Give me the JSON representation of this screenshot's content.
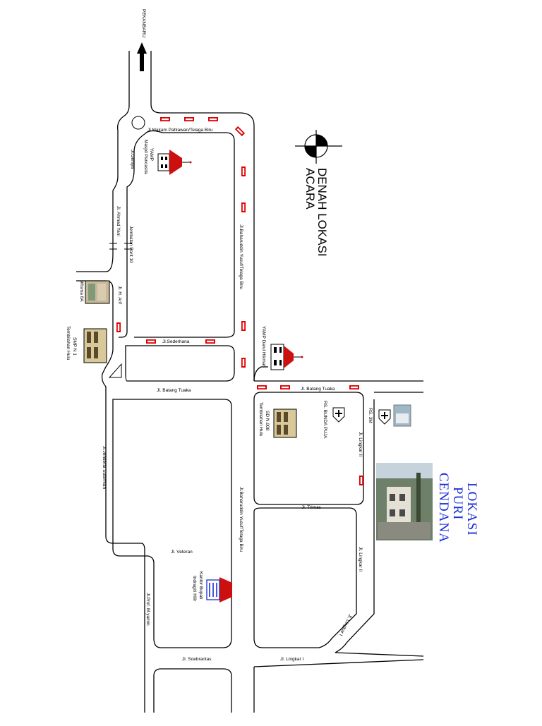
{
  "map": {
    "direction_label": "PEKANBARU",
    "title_line1": "DENAH LOKASI",
    "title_line2": "ACARA",
    "puri_line1": "LOKASI",
    "puri_line2": "PURI",
    "puri_line3": "CENDANA",
    "roads": {
      "makam": "Jl.Makam Pahlawan/Telaga Biru",
      "gerilya": "Jl.Gerilya",
      "ahmad_yani": "Jl. Ahmad Yani",
      "bahar_north": "Jl.Baharuddin Yusuf/Telaga Biru",
      "h_arif": "Jl. H. Arif",
      "sederhana": "Jl.Sederhana",
      "batang_tuaka_west": "Jl. Batang Tuaka",
      "batang_tuaka_east": "Jl. Batang Tuaka",
      "sudirman": "Jl.Jenderal Sudirman",
      "bahar_south": "Jl.Baharuddin Yusuf/Telaga Biru",
      "lingkar_ii_north": "Jl. Lingkar II",
      "trimas": "Jl. Trimas",
      "veteran": "Jl. Veteran",
      "lingkar_ii_south": "Jl. Lingkar II",
      "lingkar_i_diag": "Jl. Lingkar I",
      "prof_myamin": "Jl.Prof. M.yamin",
      "soebrantas": "Jl. Soebrantas",
      "lingkar_i": "Jl. Lingkar I"
    },
    "landmarks": {
      "masjid_line1": "YAMP",
      "masjid_line2": "Masjid Pancasila",
      "jembatan": "Jembatan Parit 10",
      "wisma": "Wisma 6A",
      "smp_line1": "SMP N 1",
      "smp_line2": "Tembilahan Hulu",
      "darul_hikmah": "YAMP Darul Hikmah",
      "rs_bunda": "RS. BUNDA PUJA",
      "sd_line1": "SD N.008",
      "sd_line2": "Tembilahan Hulu",
      "rs_3m": "RS. 3M",
      "kantor_line1": "Kantor Bupati",
      "kantor_line2": "Indragiri Hilir"
    },
    "colors": {
      "road": "#000000",
      "marker": "#e00000",
      "puri_text": "#1c2fd6"
    },
    "icon_names": [
      "north-arrow-icon",
      "compass-icon",
      "mosque-icon",
      "building-icon",
      "hospital-icon",
      "government-building-icon"
    ]
  }
}
